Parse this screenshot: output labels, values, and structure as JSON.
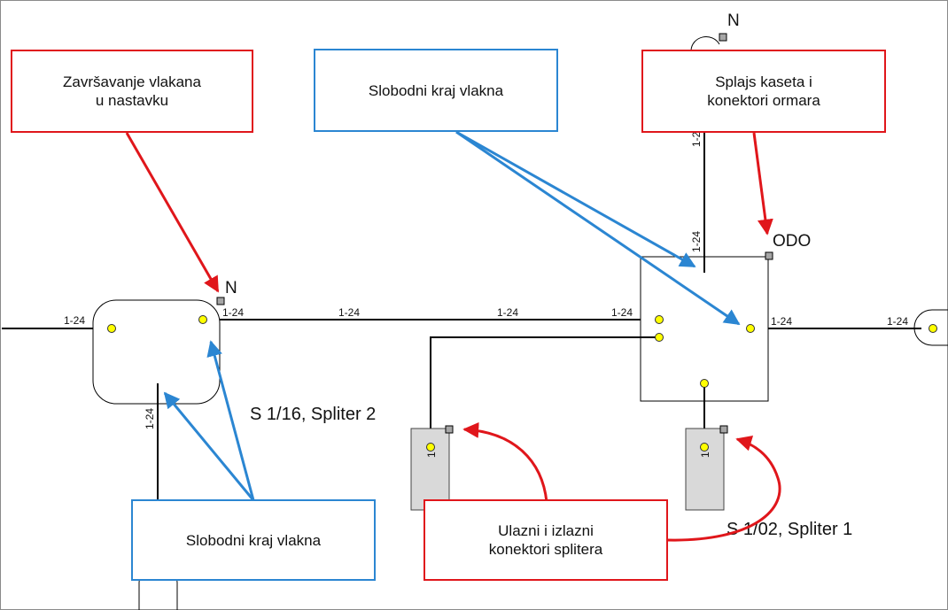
{
  "callouts": {
    "zavrsavanje": "Završavanje vlakana\nu nastavku",
    "slobodni_top": "Slobodni kraj vlakna",
    "splajs": "Splajs kaseta i\nkonektori ormara",
    "ulazni": "Ulazni i izlazni\nkonektori splitera",
    "slobodni_bottom": "Slobodni kraj vlakna"
  },
  "labels": {
    "n_splice": "N",
    "n_top": "N",
    "odo": "ODO",
    "spliter2": "S 1/16, Spliter 2",
    "spliter1": "S 1/02, Spliter 1",
    "range": "1-24",
    "port": "1"
  },
  "colors": {
    "red_accent": "#e0161b",
    "blue_accent": "#2b86d2",
    "connector_fill": "#ffff00",
    "splitter_fill": "#d9d9d9"
  }
}
